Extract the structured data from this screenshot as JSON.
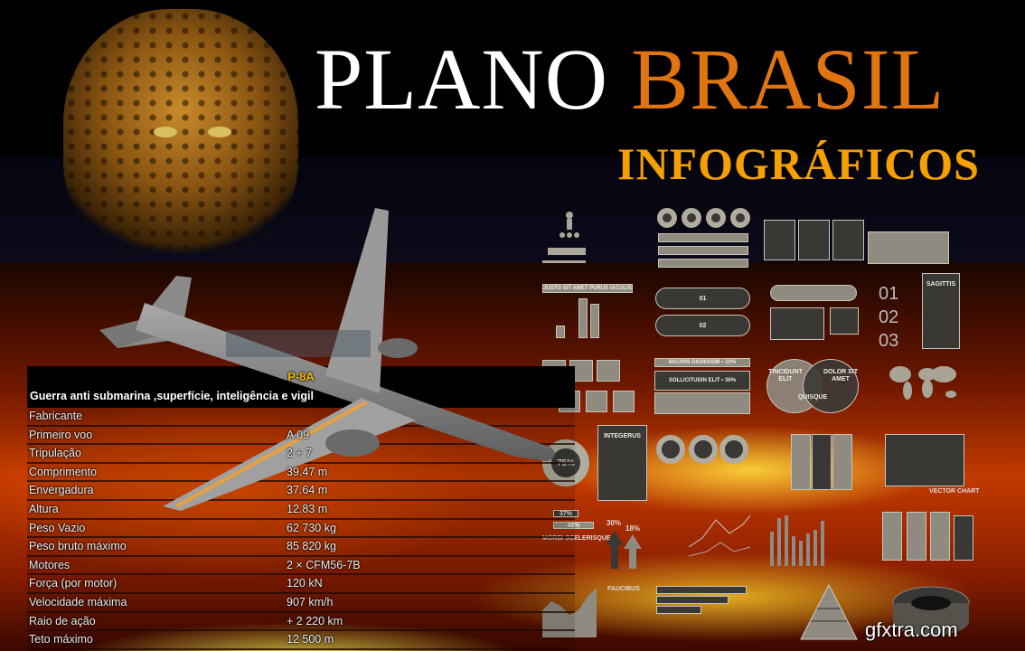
{
  "header": {
    "title_white": "PLANO",
    "title_orange": "BRASIL",
    "subtitle": "INFOGRÁFICOS"
  },
  "table": {
    "title": "P-8A",
    "mission": "Guerra anti submarina ,superfície, inteligência  e vigil",
    "rows": [
      {
        "label": "Fabricante",
        "value": ""
      },
      {
        "label": "Primeiro voo",
        "value": "A      09"
      },
      {
        "label": "Tripulação",
        "value": "2 + 7"
      },
      {
        "label": "Comprimento",
        "value": "39.47 m"
      },
      {
        "label": "Envergadura",
        "value": "37.64 m"
      },
      {
        "label": "Altura",
        "value": "12.83 m"
      },
      {
        "label": "Peso Vazio",
        "value": "62 730 kg"
      },
      {
        "label": "Peso bruto máximo",
        "value": "85 820 kg"
      },
      {
        "label": "Motores",
        "value": "2 × CFM56-7B"
      },
      {
        "label": "Força (por motor)",
        "value": "120 kN"
      },
      {
        "label": "Velocidade máxima",
        "value": "907 km/h"
      },
      {
        "label": "Raio de ação",
        "value": "+ 2 220 km"
      },
      {
        "label": "Teto máximo",
        "value": "12 500 m"
      }
    ]
  },
  "infographics": {
    "t1": "JUSTO SIT AMET PURUS IACULIS",
    "t2": "MAURIS DIGNISSIM • 10%",
    "t3": "SOLLICITUDIN ELIT • 36%",
    "t4": "TINCIDUNT ELIT",
    "t5": "QUISQUE",
    "t6": "DOLOR SIT AMET",
    "t7": "SAGITTIS",
    "t8": "INTEGERUS",
    "t9": "VECTOR CHART",
    "t10": "MORBI SCELERISQUE",
    "t11": "FAUCIBUS",
    "n1": "01",
    "n2": "02",
    "n3": "03",
    "p1": "75%",
    "p2": "37%",
    "p3": "48%",
    "p4": "30%",
    "p5": "18%"
  },
  "watermark": "gfxtra.com"
}
